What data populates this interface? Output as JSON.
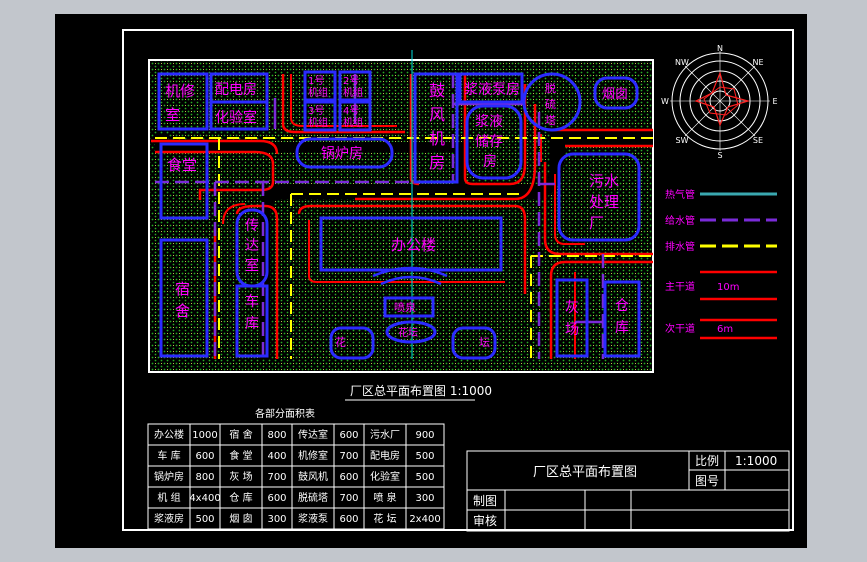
{
  "app_title": "",
  "plan": {
    "buildings": {
      "jixiushi": "机修室",
      "peidianfang": "配电房",
      "huayanshi": "化验室",
      "jizu1": "1号机组",
      "jizu2": "2号机组",
      "jizu3": "3号机组",
      "jizu4": "4号机组",
      "gulujifang": "鼓风机房",
      "jiangyebeng": "浆液泵房",
      "jiangyechucun": "浆液储存房",
      "tuoliuta": "脱硫塔",
      "yancong": "烟囱",
      "guolufang": "锅炉房",
      "shitang": "食堂",
      "wushui": "污水处理厂",
      "chuandashi": "传达室",
      "bangonglou": "办公楼",
      "sushe": "宿舍",
      "cheku": "车库",
      "penquan": "喷泉",
      "huatan": "花坛",
      "hua": "花",
      "tan": "坛",
      "huichang": "灰场",
      "cangku": "仓库"
    },
    "compass": [
      "N",
      "NE",
      "E",
      "SE",
      "S",
      "SW",
      "W",
      "NW"
    ],
    "legend": [
      {
        "label": "热气管",
        "color": "#3aa8b0"
      },
      {
        "label": "给水管",
        "color": "#7a2bd8"
      },
      {
        "label": "排水管",
        "color": "#ffff00"
      }
    ],
    "roads": [
      {
        "label": "主干道",
        "width_label": "10m"
      },
      {
        "label": "次干道",
        "width_label": "6m"
      }
    ],
    "caption": "厂区总平面布置图 1:1000"
  },
  "area_table": {
    "title": "各部分面积表",
    "rows": [
      [
        "办公楼",
        "1000",
        "宿 舍",
        "800",
        "传达室",
        "600",
        "污水厂",
        "900"
      ],
      [
        "车 库",
        "600",
        "食 堂",
        "400",
        "机修室",
        "700",
        "配电房",
        "500"
      ],
      [
        "锅炉房",
        "800",
        "灰 场",
        "700",
        "鼓风机",
        "600",
        "化验室",
        "500"
      ],
      [
        "机 组",
        "4x400",
        "仓 库",
        "600",
        "脱硫塔",
        "700",
        "喷 泉",
        "300"
      ],
      [
        "浆液房",
        "500",
        "烟 囱",
        "300",
        "浆液泵",
        "600",
        "花 坛",
        "2x400"
      ]
    ]
  },
  "title_block": {
    "title": "厂区总平面布置图",
    "scale_label": "比例",
    "scale_value": "1:1000",
    "drawing_no_label": "图号",
    "drawn_by_label": "制图",
    "checked_by_label": "审核"
  },
  "colors": {
    "frame": "#000000",
    "building": "#2b2bff",
    "building_text": "#ff00ff",
    "road_edge": "#ff0000",
    "grass": "#22aa22",
    "heat_pipe": "#3aa8b0",
    "water_supply": "#7a2bd8",
    "drain": "#ffff00",
    "lines": "#ffffff",
    "axis": "#00e0e0"
  }
}
